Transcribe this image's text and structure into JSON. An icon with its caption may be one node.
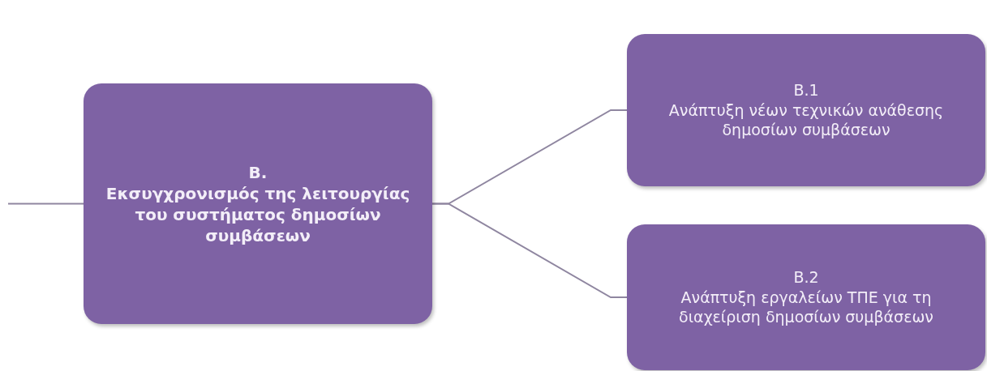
{
  "diagram": {
    "nodes": [
      {
        "text": [
          "B.",
          "Εκσυγχρονισμός της λειτουργίας του συστήματος δημοσίων συμβάσεων"
        ]
      },
      {
        "text": [
          "B.1",
          "Ανάπτυξη νέων τεχνικών ανάθεσης δημοσίων συμβάσεων"
        ]
      },
      {
        "text": [
          "B.2",
          "Ανάπτυξη εργαλείων ΤΠΕ για τη διαχείριση δημοσίων συμβάσεων"
        ]
      }
    ],
    "edges": [
      {
        "from": null,
        "to": 0,
        "arrow": "none"
      },
      {
        "from": 0,
        "to": 1,
        "arrow": "none"
      },
      {
        "from": 0,
        "to": 2,
        "arrow": "none"
      }
    ]
  }
}
